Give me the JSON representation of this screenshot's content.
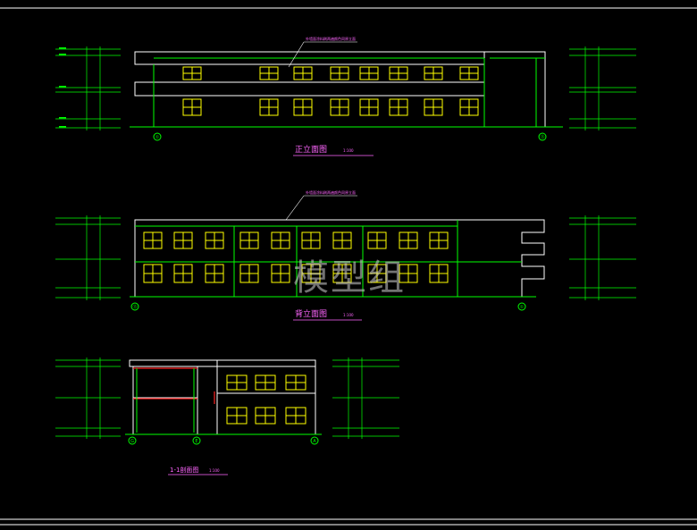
{
  "colors": {
    "background": "#000000",
    "frame": "#ffffff",
    "wall": "#00ff00",
    "window": "#ffff00",
    "grid_circle": "#00ff00",
    "title": "#ff66ff",
    "dim": "#00ff00",
    "cut": "#ff2222",
    "note": "#ff66ff"
  },
  "drawings": [
    {
      "id": "front",
      "title": "正立面图",
      "scale": "1:100",
      "note": "外墙面涂料刷两遍颜色同原立面",
      "axis_left": "①",
      "axis_right": "⑬"
    },
    {
      "id": "rear",
      "title": "背立面图",
      "scale": "1:100",
      "note": "外墙面涂料刷两遍颜色同原立面",
      "axis_left": "⑬",
      "axis_right": "①"
    },
    {
      "id": "section",
      "title": "1-1剖面图",
      "scale": "1:100",
      "axis_labels": [
        "G",
        "E",
        "A"
      ]
    }
  ],
  "watermark": "模型组",
  "icons": [
    "level-marker-icon",
    "axis-bubble-icon"
  ]
}
